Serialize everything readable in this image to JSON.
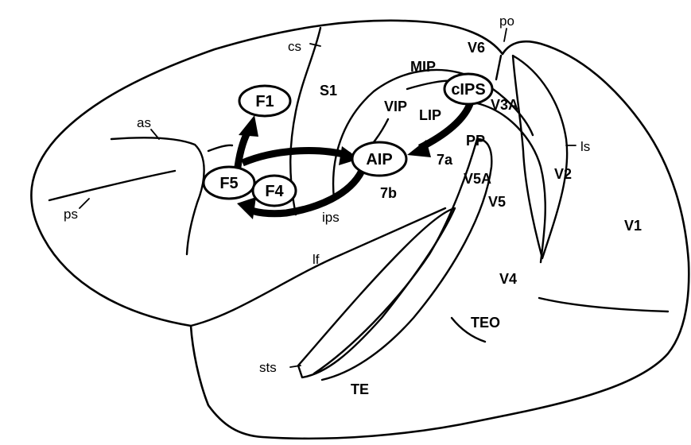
{
  "oval_areas": {
    "f1": "F1",
    "f5": "F5",
    "f4": "F4",
    "aip": "AIP",
    "cips": "cIPS"
  },
  "areas": {
    "s1": "S1",
    "mip": "MIP",
    "v6": "V6",
    "vip": "VIP",
    "lip": "LIP",
    "v3a": "V3A",
    "pp": "PP",
    "a7a": "7a",
    "a7b": "7b",
    "v5a": "V5A",
    "v5": "V5",
    "v2": "V2",
    "v1": "V1",
    "v4": "V4",
    "teo": "TEO",
    "te": "TE"
  },
  "sulci": {
    "cs": "cs",
    "po": "po",
    "as": "as",
    "ls": "ls",
    "ps": "ps",
    "ips": "ips",
    "lf": "lf",
    "sts": "sts"
  },
  "colors": {
    "ink": "#000000",
    "background": "#ffffff"
  }
}
